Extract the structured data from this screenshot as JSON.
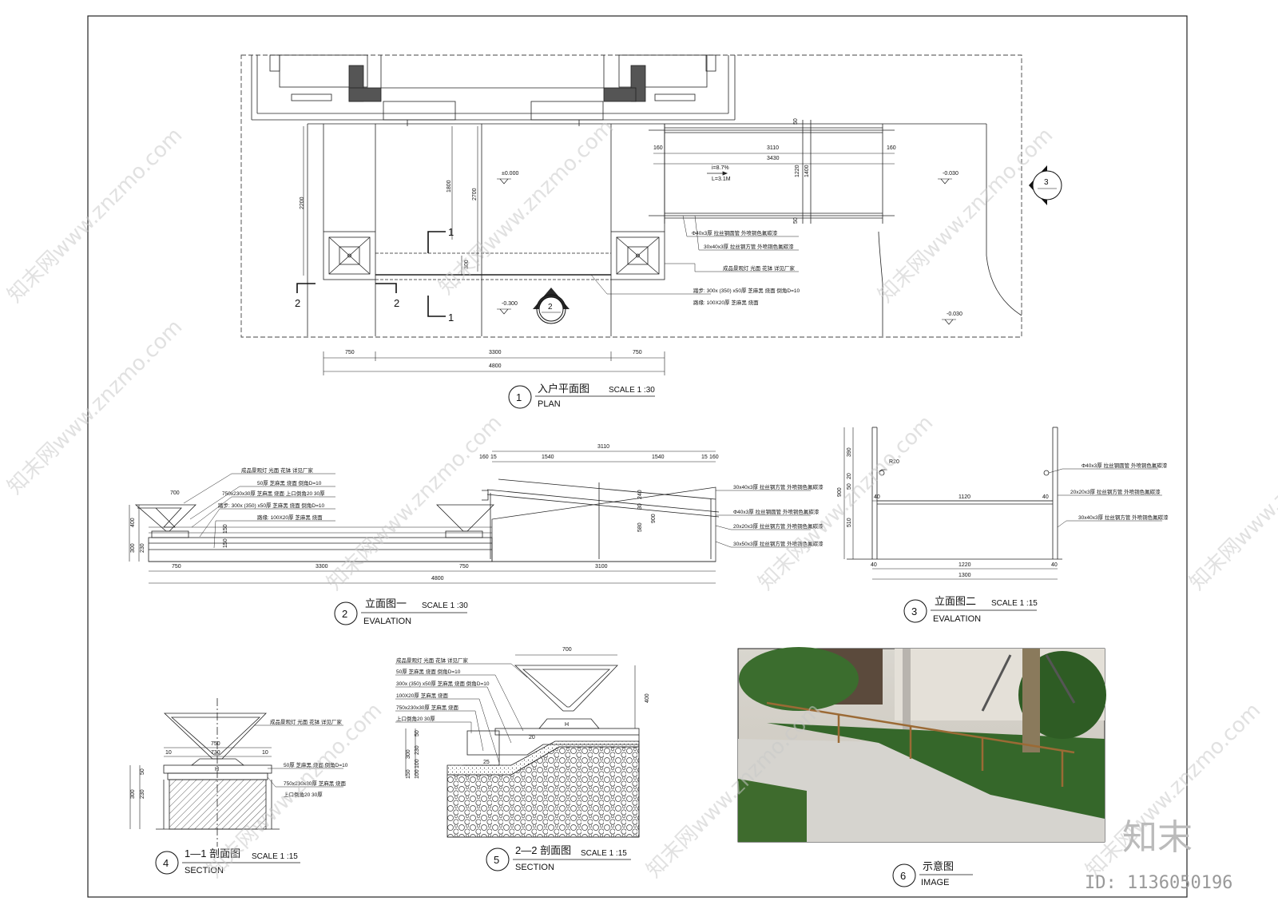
{
  "views": {
    "plan": {
      "num": "1",
      "title": "入户平面图",
      "sub": "PLAN",
      "scale": "SCALE 1 :30"
    },
    "elev1": {
      "num": "2",
      "title": "立面图一",
      "sub": "EVALATION",
      "scale": "SCALE 1 :30"
    },
    "elev2": {
      "num": "3",
      "title": "立面图二",
      "sub": "EVALATION",
      "scale": "SCALE 1 :15"
    },
    "sec11": {
      "num": "4",
      "title": "1—1 剖面图",
      "sub": "SECTION",
      "scale": "SCALE 1 :15"
    },
    "sec22": {
      "num": "5",
      "title": "2—2 剖面图",
      "sub": "SECTION",
      "scale": "SCALE 1 :15"
    },
    "image": {
      "num": "6",
      "title": "示意图",
      "sub": "IMAGE"
    }
  },
  "plan": {
    "dims_bottom": [
      "750",
      "3300",
      "750",
      "4800"
    ],
    "dims_ramp": [
      "160",
      "3110",
      "160",
      "3430"
    ],
    "dims_vert": [
      "2200",
      "1800",
      "2700",
      "300",
      "1220",
      "1400",
      "50",
      "50"
    ],
    "levels": [
      "±0.000",
      "-0.300",
      "-0.030",
      "-0.030"
    ],
    "slope": [
      "i=8.7%",
      "L=3.1M"
    ],
    "cut_marks": [
      "1",
      "1",
      "2",
      "2"
    ],
    "callouts": [
      "2",
      "3"
    ],
    "notes": [
      "Φ40x3厚 拉丝钢圆管 外喷铜色氟碳漆",
      "30x40x3厚 拉丝钢方管 外喷铜色氟碳漆",
      "成品景观灯 光面 花钵 详见厂家",
      "踏步: 300x (350) x50厚 芝麻黑 烧面 倒角D=10",
      "路缘: 100X20厚 芝麻黑 烧面"
    ]
  },
  "elev1": {
    "dims_top": [
      "160",
      "15",
      "1540",
      "1540",
      "15",
      "160",
      "3110"
    ],
    "dims_bottom": [
      "750",
      "3300",
      "750",
      "3100",
      "4800"
    ],
    "dims_side": [
      "400",
      "300",
      "230",
      "150",
      "150"
    ],
    "dims_plant": "700",
    "dims_rail": [
      "240",
      "30",
      "900",
      "580"
    ],
    "notes_left": [
      "成品景观灯 光面 花钵 详见厂家",
      "50厚 芝麻黑 烧面 倒角D=10",
      "750x230x30厚 芝麻黑 烧面 上口倒角20 30厚",
      "踏步: 300x (350) x50厚 芝麻黑 烧面 倒角D=10",
      "路缘: 100X20厚 芝麻黑 烧面"
    ],
    "notes_right": [
      "30x40x3厚 拉丝钢方管 外喷铜色氟碳漆",
      "Φ40x3厚 拉丝钢圆管 外喷铜色氟碳漆",
      "20x20x3厚 拉丝钢方管 外喷铜色氟碳漆",
      "30x50x3厚 拉丝钢方管 外喷铜色氟碳漆"
    ]
  },
  "elev2": {
    "dims_left": [
      "390",
      "20",
      "50",
      "900",
      "510"
    ],
    "dims_bottom": [
      "40",
      "1120",
      "40",
      "1220",
      "1300",
      "40",
      "40"
    ],
    "radius": "R20",
    "notes": [
      "Φ40x3厚 拉丝钢圆管 外喷铜色氟碳漆",
      "20x20x3厚 拉丝钢方管 外喷铜色氟碳漆",
      "30x40x3厚 拉丝钢方管 外喷铜色氟碳漆"
    ]
  },
  "sec11": {
    "dims": [
      "750",
      "10",
      "730",
      "10",
      "50",
      "230",
      "300"
    ],
    "notes": [
      "成品景观灯 光面 花钵 详见厂家",
      "50厚 芝麻黑 烧面 倒角D=10",
      "750x230x30厚 芝麻黑 烧面",
      "上口倒角20 30厚"
    ],
    "mark": "H"
  },
  "sec22": {
    "dims": [
      "700",
      "400",
      "300",
      "50",
      "230",
      "20",
      "100",
      "25",
      "100",
      "150"
    ],
    "notes": [
      "成品景观灯 光面 花钵 详见厂家",
      "50厚 芝麻黑 烧面 倒角D=10",
      "300x (350) x50厚 芝麻黑 烧面 倒角D=10",
      "100X20厚 芝麻黑 烧面",
      "750x230x30厚 芝麻黑 烧面",
      "上口倒角20 30厚"
    ],
    "mark": "H"
  },
  "watermark": {
    "repeat": "知末网www.znzmo.com",
    "brand": "知末",
    "id": "ID: 1136050196"
  }
}
